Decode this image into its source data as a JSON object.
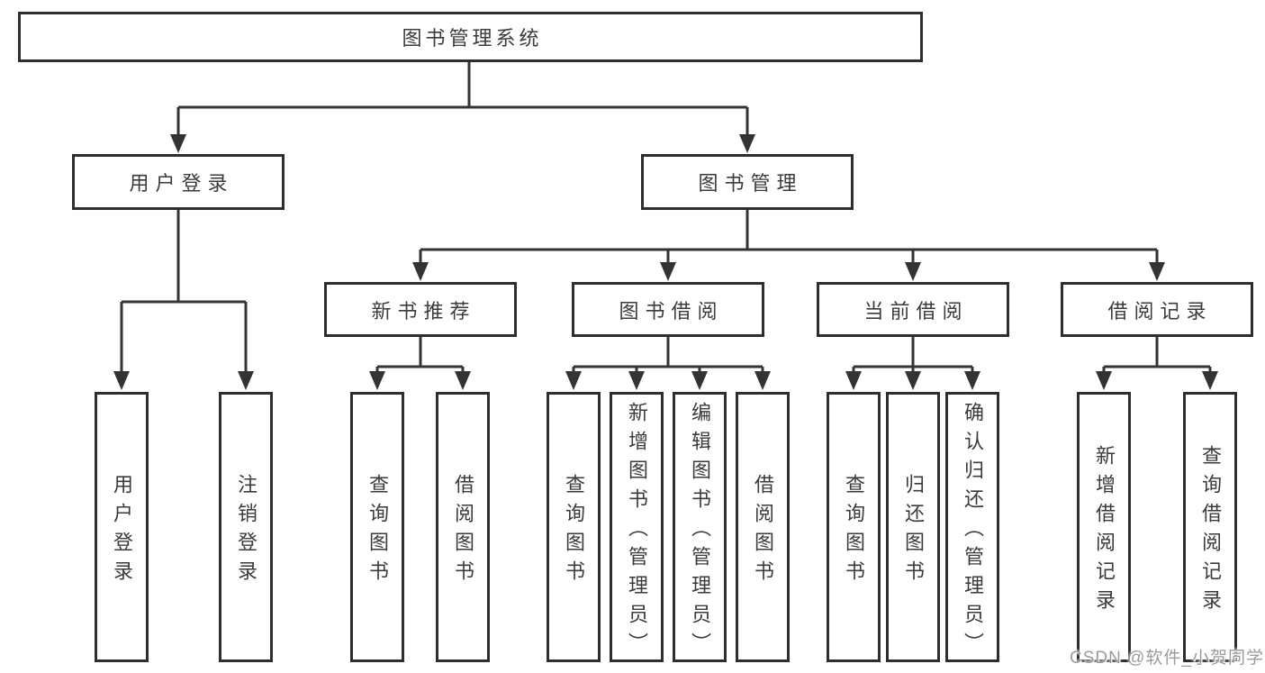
{
  "watermark": "CSDN @软件_小贺同学",
  "colors": {
    "background": "#ffffff",
    "box_border": "#2e2e2e",
    "connector_line": "#333333",
    "text": "#3b3b3b",
    "watermark_text": "#9b9b9b"
  },
  "tree": {
    "root": {
      "label": "图书管理系统",
      "children": [
        {
          "label": "用户登录",
          "children": [
            {
              "label": "用户登录"
            },
            {
              "label": "注销登录"
            }
          ]
        },
        {
          "label": "图书管理",
          "children": [
            {
              "label": "新书推荐",
              "children": [
                {
                  "label": "查询图书"
                },
                {
                  "label": "借阅图书"
                }
              ]
            },
            {
              "label": "图书借阅",
              "children": [
                {
                  "label": "查询图书"
                },
                {
                  "label": "新增图书（管理员）"
                },
                {
                  "label": "编辑图书（管理员）"
                },
                {
                  "label": "借阅图书"
                }
              ]
            },
            {
              "label": "当前借阅",
              "children": [
                {
                  "label": "查询图书"
                },
                {
                  "label": "归还图书"
                },
                {
                  "label": "确认归还（管理员）"
                }
              ]
            },
            {
              "label": "借阅记录",
              "children": [
                {
                  "label": "新增借阅记录"
                },
                {
                  "label": "查询借阅记录"
                }
              ]
            }
          ]
        }
      ]
    }
  }
}
